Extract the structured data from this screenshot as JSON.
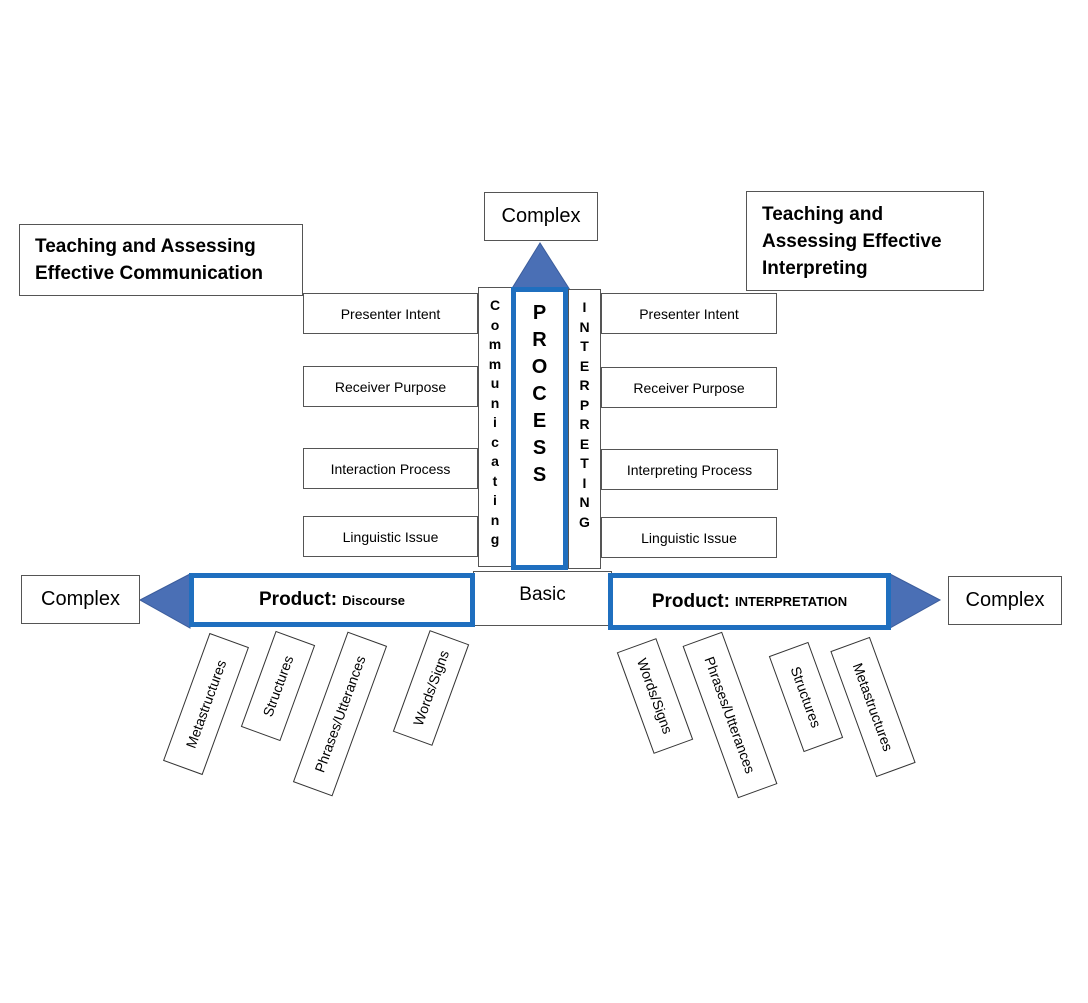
{
  "titles": {
    "left": "Teaching and Assessing Effective Communication",
    "right": "Teaching and Assessing Effective Interpreting"
  },
  "axis_labels": {
    "top": "Complex",
    "left": "Complex",
    "right": "Complex",
    "center": "Basic"
  },
  "process": {
    "label_letters": [
      "P",
      "R",
      "O",
      "C",
      "E",
      "S",
      "S"
    ],
    "left_column_letters": [
      "C",
      "o",
      "m",
      "m",
      "u",
      "n",
      "i",
      "c",
      "a",
      "t",
      "i",
      "n",
      "g"
    ],
    "right_column_letters": [
      "I",
      "N",
      "T",
      "E",
      "R",
      "P",
      "R",
      "E",
      "T",
      "I",
      "N",
      "G"
    ]
  },
  "left_items": [
    "Presenter Intent",
    "Receiver Purpose",
    "Interaction Process",
    "Linguistic Issue"
  ],
  "right_items": [
    "Presenter Intent",
    "Receiver Purpose",
    "Interpreting Process",
    "Linguistic Issue"
  ],
  "products": {
    "left": {
      "main": "Product:",
      "sub": "Discourse"
    },
    "right": {
      "main": "Product:",
      "sub": "INTERPRETATION"
    }
  },
  "left_levels": [
    "Metastructures",
    "Structures",
    "Phrases/Utterances",
    "Words/Signs"
  ],
  "right_levels": [
    "Words/Signs",
    "Phrases/Utterances",
    "Structures",
    "Metastructures"
  ],
  "colors": {
    "accent_border": "#1f6fbf",
    "arrow_fill": "#4a6fb5"
  }
}
